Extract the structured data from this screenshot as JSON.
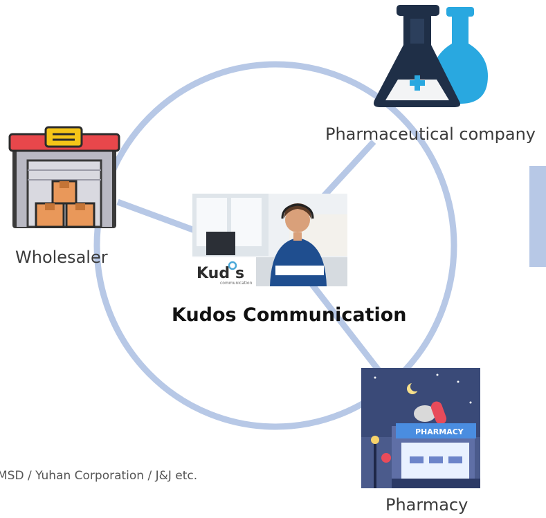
{
  "nodes": {
    "pharma": {
      "label": "Pharmaceutical company",
      "icon": "lab-flask-icon"
    },
    "wholesaler": {
      "label": "Wholesaler",
      "icon": "warehouse-icon"
    },
    "center": {
      "label": "Kudos Communication",
      "logo_text": "Kud",
      "logo_text_2": "s",
      "logo_sub": "communication"
    },
    "pharmacy": {
      "label": "Pharmacy",
      "sign_text": "PHARMACY",
      "icon": "pharmacy-store-icon"
    }
  },
  "footnote": "MSD / Yuhan Corporation / J&J etc.",
  "colors": {
    "ring": "#b7c8e6",
    "flask_dark": "#1f2f47",
    "flask_light": "#29a8e0",
    "warehouse_roof": "#e8474b",
    "warehouse_sign": "#f5c518",
    "box": "#e9985a",
    "night_sky": "#3a4a78"
  }
}
